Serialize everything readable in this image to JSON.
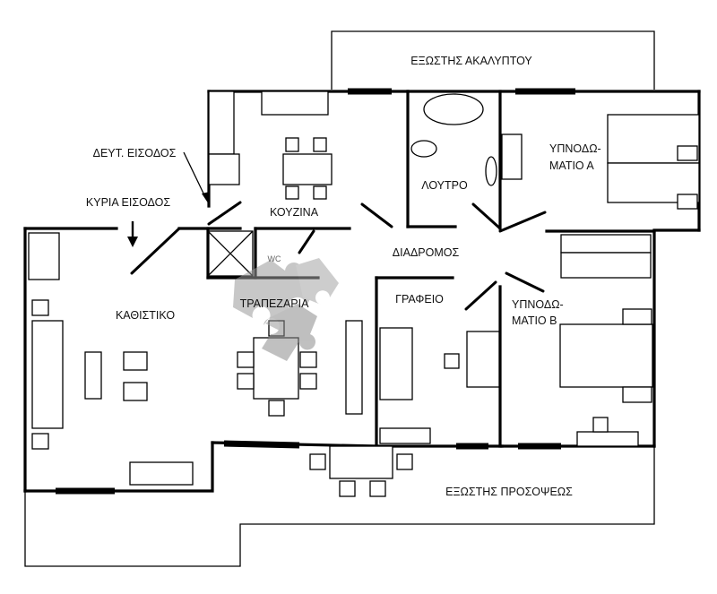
{
  "colors": {
    "wall": "#000000",
    "background": "#ffffff",
    "watermark": "#bfbfbf"
  },
  "rooms": {
    "balcony_rear": "ΕΞΩΣΤΗΣ ΑΚΑΛΥΠΤΟΥ",
    "balcony_front": "ΕΞΩΣΤΗΣ ΠΡΟΣΟΨΕΩΣ",
    "kitchen": "ΚΟΥΖΙΝΑ",
    "bathroom": "ΛΟΥΤΡΟ",
    "bedroom_a_line1": "ΥΠΝΟΔΩ-",
    "bedroom_a_line2": "ΜΑΤΙΟ  Α",
    "bedroom_b_line1": "ΥΠΝΟΔΩ-",
    "bedroom_b_line2": "ΜΑΤΙΟ Β",
    "corridor": "ΔΙΑΔΡΟΜΟΣ",
    "wc": "WC",
    "dining": "ΤΡΑΠΕΖΑΡΙΑ",
    "living": "ΚΑΘΙΣΤΙΚΟ",
    "office": "ΓΡΑΦΕΙΟ"
  },
  "entrances": {
    "secondary": "ΔΕΥΤ. ΕΙΣΟΔΟΣ",
    "main": "ΚΥΡΙΑ ΕΙΣΟΔΟΣ"
  },
  "watermark": {
    "icon": "puzzle-logo"
  }
}
